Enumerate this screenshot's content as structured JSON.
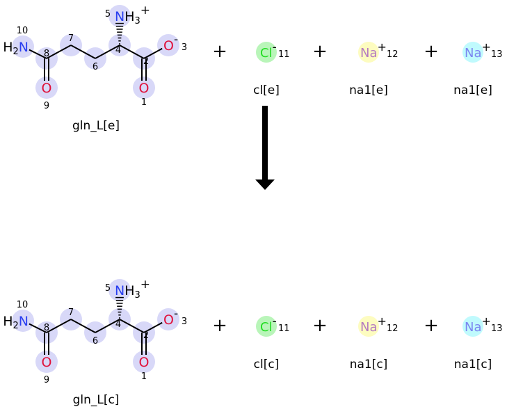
{
  "reaction": {
    "reactants": [
      {
        "id": "gln_L[e]",
        "label": "gln_L[e]"
      },
      {
        "id": "cl[e]",
        "label": "cl[e]",
        "symbol": "Cl",
        "charge": "-",
        "index": "11",
        "color": "#22dd22",
        "highlight": "#b9f5b9"
      },
      {
        "id": "na1[e]",
        "label": "na1[e]",
        "symbol": "Na",
        "charge": "+",
        "index": "12",
        "color": "#b57cc0",
        "highlight": "#fdfcc0"
      },
      {
        "id": "na1[e]",
        "label": "na1[e]",
        "symbol": "Na",
        "charge": "+",
        "index": "13",
        "color": "#7b86f0",
        "highlight": "#c0fafd"
      }
    ],
    "products": [
      {
        "id": "gln_L[c]",
        "label": "gln_L[c]"
      },
      {
        "id": "cl[c]",
        "label": "cl[c]",
        "symbol": "Cl",
        "charge": "-",
        "index": "11",
        "color": "#22dd22",
        "highlight": "#b9f5b9"
      },
      {
        "id": "na1[c]",
        "label": "na1[c]",
        "symbol": "Na",
        "charge": "+",
        "index": "12",
        "color": "#b57cc0",
        "highlight": "#fdfcc0"
      },
      {
        "id": "na1[c]",
        "label": "na1[c]",
        "symbol": "Na",
        "charge": "+",
        "index": "13",
        "color": "#7b86f0",
        "highlight": "#c0fafd"
      }
    ],
    "plus_sign": "+",
    "arrow": "down-arrow"
  },
  "glutamine": {
    "atoms": {
      "n10": {
        "symbol": "N",
        "prefix": "H2",
        "index": "10"
      },
      "c8": {
        "index": "8"
      },
      "o9": {
        "symbol": "O",
        "index": "9"
      },
      "c7": {
        "index": "7"
      },
      "c6": {
        "index": "6"
      },
      "c4": {
        "index": "4"
      },
      "n5": {
        "symbol": "N",
        "suffix": "H3",
        "charge": "+",
        "index": "5"
      },
      "c2": {
        "index": "2"
      },
      "o1": {
        "symbol": "O",
        "index": "1"
      },
      "o3": {
        "symbol": "O",
        "charge": "-",
        "index": "3"
      }
    },
    "colors": {
      "nitrogen": "#2a3ff0",
      "oxygen": "#e0103a",
      "highlight": "#d8d8f8",
      "bond": "#000000"
    }
  }
}
